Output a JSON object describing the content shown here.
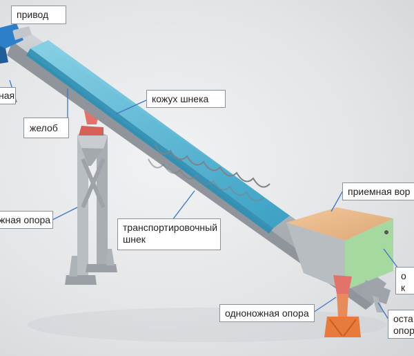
{
  "labels": {
    "drive": "привод",
    "drive_partial": "ная",
    "trough": "желоб",
    "screw_casing": "кожух шнека",
    "two_leg_support_partial": "жная опора",
    "transport_screw": "транспортировочный\nшнек",
    "receiving_funnel_partial": "приемная вор",
    "right_partial_1": "о\nк",
    "single_leg_support": "одноножная опора",
    "stop_support_partial": "оста\nопор"
  },
  "colors": {
    "accent_leader": "#3a76c4",
    "screw_blue": "#4fb3d6",
    "funnel_orange": "#e8b98a",
    "support_red": "#e3726a",
    "frame_gray": "#b7bcc1",
    "panel_green": "#a6d9a0"
  }
}
